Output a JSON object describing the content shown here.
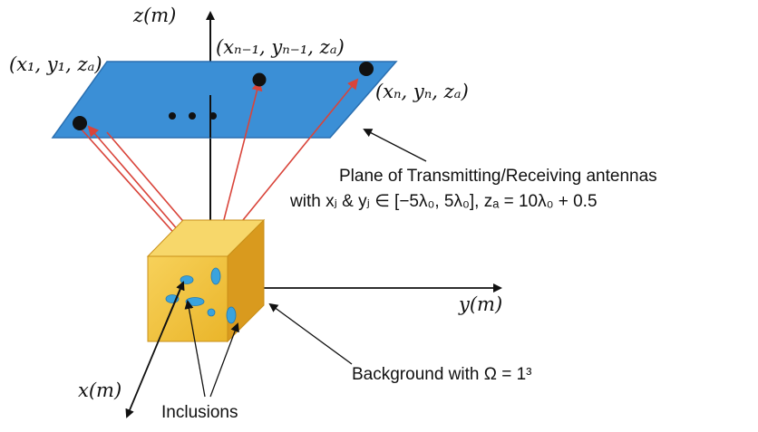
{
  "axes": {
    "z_label": "z(m)",
    "y_label": "y(m)",
    "x_label": "x(m)"
  },
  "antenna_labels": {
    "first": "(x₁, y₁, zₐ)",
    "second_last": "(xₙ₋₁, yₙ₋₁, zₐ)",
    "last": "(xₙ, yₙ, zₐ)"
  },
  "annotations": {
    "plane_line1": "Plane of Transmitting/Receiving antennas",
    "plane_line2": "with xⱼ & yⱼ ∈ [−5λ₀, 5λ₀],  zₐ = 10λ₀ + 0.5",
    "background": "Background with Ω = 1³",
    "inclusions": "Inclusions"
  },
  "colors": {
    "plane_fill": "#3b8fd6",
    "plane_stroke": "#2a6fb0",
    "ray": "#d9443a",
    "cube_front": "#f2c23a",
    "cube_side": "#d99a1e",
    "cube_top": "#f7d76a",
    "inclusion": "#3aa3dd",
    "antenna": "#111111",
    "axis": "#111111"
  },
  "icons": {
    "ellipsis_dots": "three-dots"
  }
}
